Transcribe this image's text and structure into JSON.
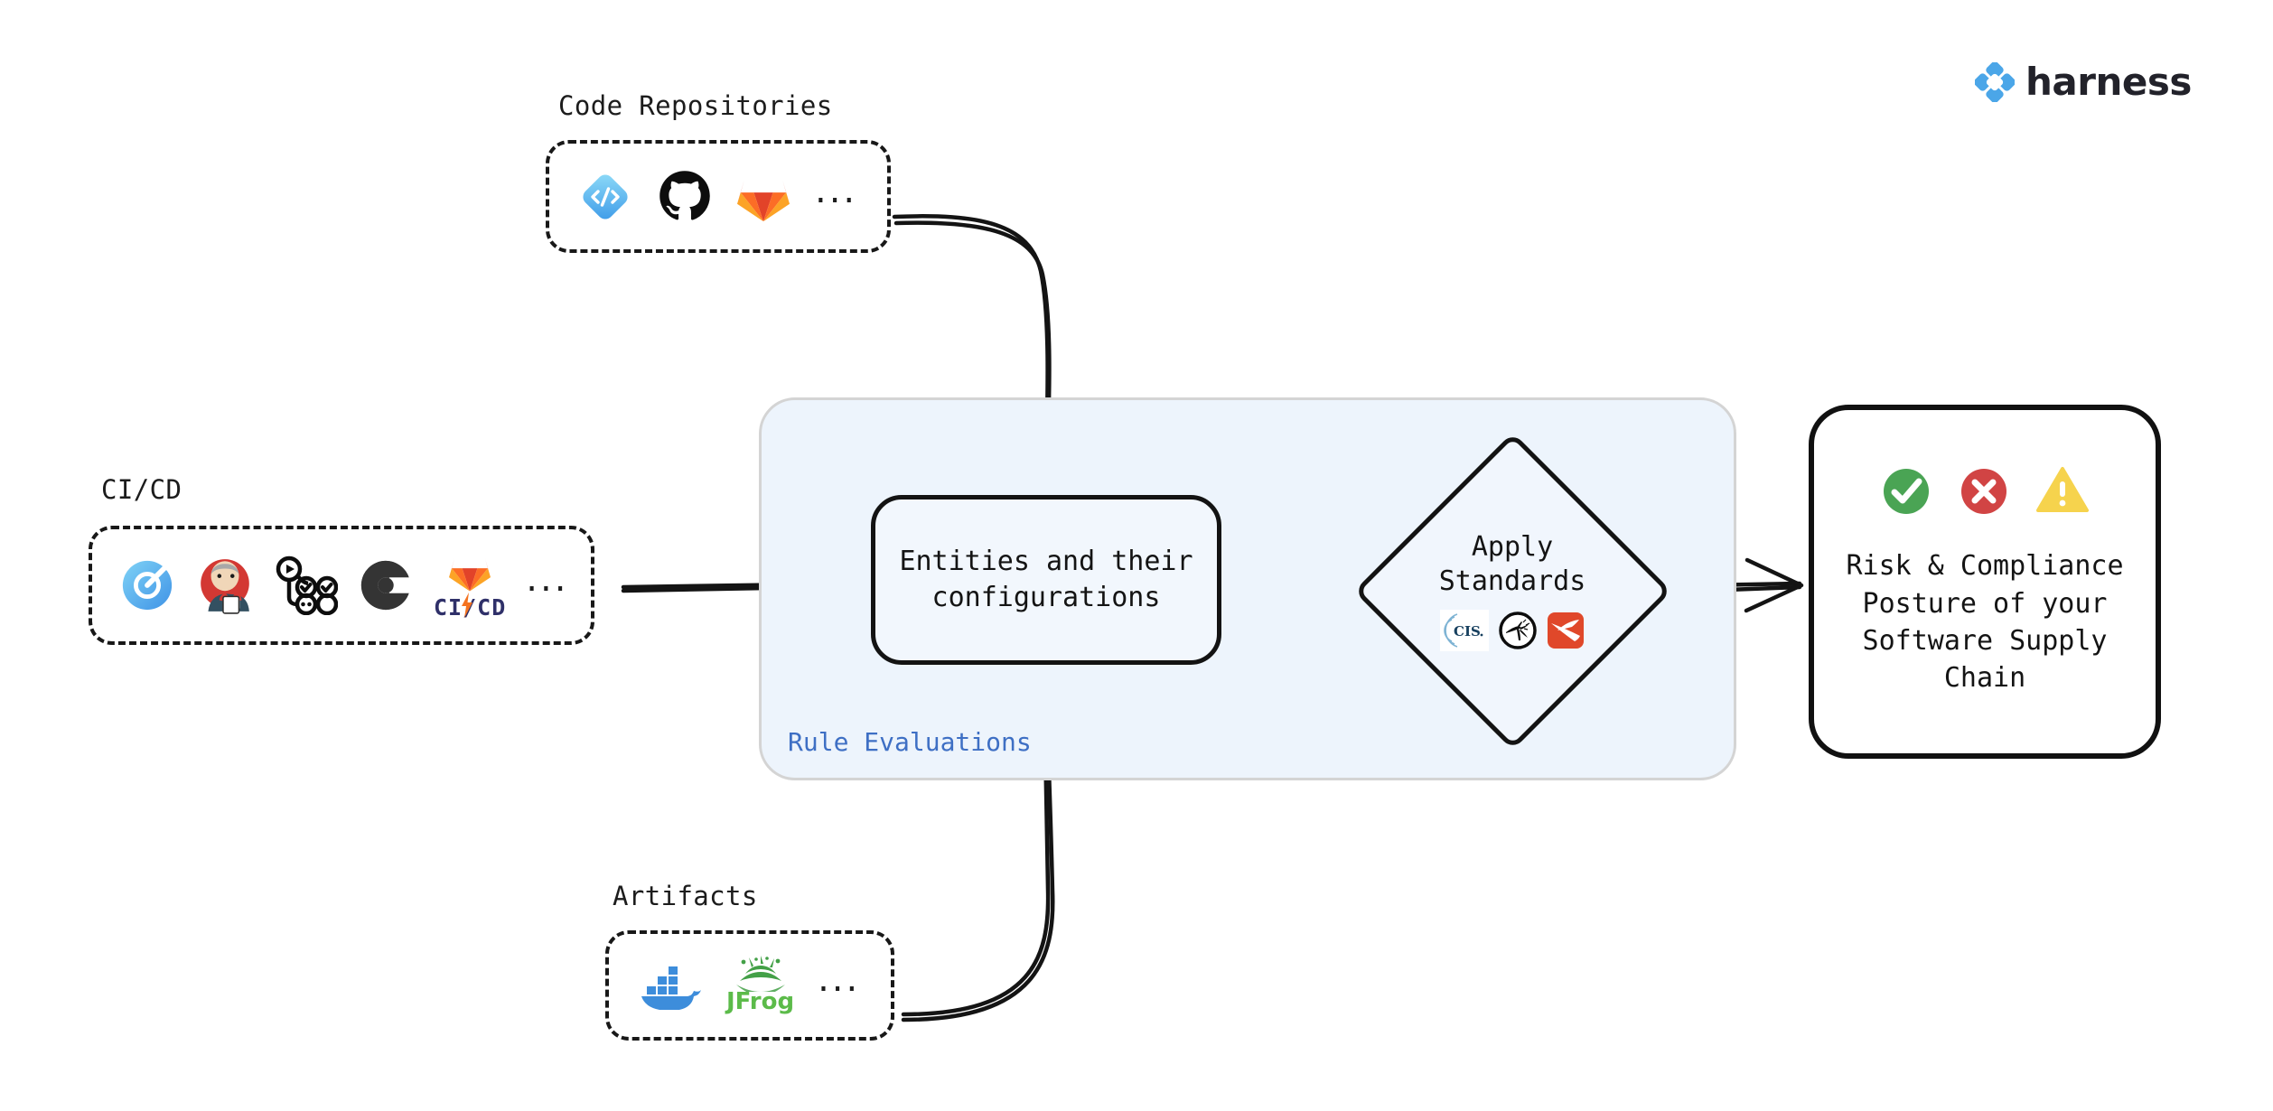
{
  "brand": {
    "name": "harness",
    "logo_icon": "harness-diamond-logo",
    "accent_color": "#4ba6e8",
    "wordmark_color": "#22222a"
  },
  "groups": [
    {
      "id": "code-repositories",
      "label": "Code Repositories",
      "more_indicator": "...",
      "tools": [
        {
          "name": "Harness Code",
          "icon": "harness-code-icon"
        },
        {
          "name": "GitHub",
          "icon": "github-icon"
        },
        {
          "name": "GitLab",
          "icon": "gitlab-icon"
        }
      ]
    },
    {
      "id": "ci-cd",
      "label": "CI/CD",
      "more_indicator": "...",
      "tools": [
        {
          "name": "Harness CI",
          "icon": "harness-ci-icon"
        },
        {
          "name": "Jenkins",
          "icon": "jenkins-icon"
        },
        {
          "name": "GitHub Actions",
          "icon": "github-actions-icon"
        },
        {
          "name": "CircleCI",
          "icon": "circleci-icon"
        },
        {
          "name": "GitLab CI/CD",
          "icon": "gitlab-cicd-icon",
          "caption": "CI/CD"
        }
      ]
    },
    {
      "id": "artifacts",
      "label": "Artifacts",
      "more_indicator": "...",
      "tools": [
        {
          "name": "Docker",
          "icon": "docker-icon"
        },
        {
          "name": "JFrog",
          "icon": "jfrog-icon",
          "caption": "JFrog"
        }
      ]
    }
  ],
  "panel": {
    "label": "Rule Evaluations",
    "label_color": "#3e6fc4",
    "background_color": "#edf4fc",
    "border_color": "#d4d4d4"
  },
  "entities_node": {
    "line1": "Entities and their",
    "line2": "configurations"
  },
  "standards_node": {
    "line1": "Apply",
    "line2": "Standards",
    "logos": [
      {
        "name": "CIS",
        "icon": "cis-icon",
        "text": "CIS."
      },
      {
        "name": "OWASP",
        "icon": "owasp-icon"
      },
      {
        "name": "SLSA",
        "icon": "slsa-icon"
      }
    ]
  },
  "outcome_node": {
    "status_icons": [
      {
        "name": "pass",
        "icon": "check-circle-icon",
        "color": "#4aa454"
      },
      {
        "name": "fail",
        "icon": "x-circle-icon",
        "color": "#d14444"
      },
      {
        "name": "warn",
        "icon": "warning-triangle-icon",
        "color": "#f6d34d"
      }
    ],
    "line1": "Risk & Compliance",
    "line2": "Posture of your",
    "line3": "Software Supply",
    "line4": "Chain"
  },
  "flow_arrows": [
    {
      "id": "code-repos-to-entities",
      "from": "code-repositories",
      "to": "entities-node",
      "style": "curved-elbow-down"
    },
    {
      "id": "cicd-to-entities",
      "from": "ci-cd",
      "to": "entities-node",
      "style": "straight-right"
    },
    {
      "id": "artifacts-to-entities",
      "from": "artifacts",
      "to": "entities-node",
      "style": "curved-elbow-up"
    },
    {
      "id": "entities-to-standards",
      "from": "entities-node",
      "to": "standards-node",
      "style": "straight-right"
    },
    {
      "id": "standards-to-outcome",
      "from": "standards-node",
      "to": "outcome-node",
      "style": "straight-right"
    }
  ]
}
